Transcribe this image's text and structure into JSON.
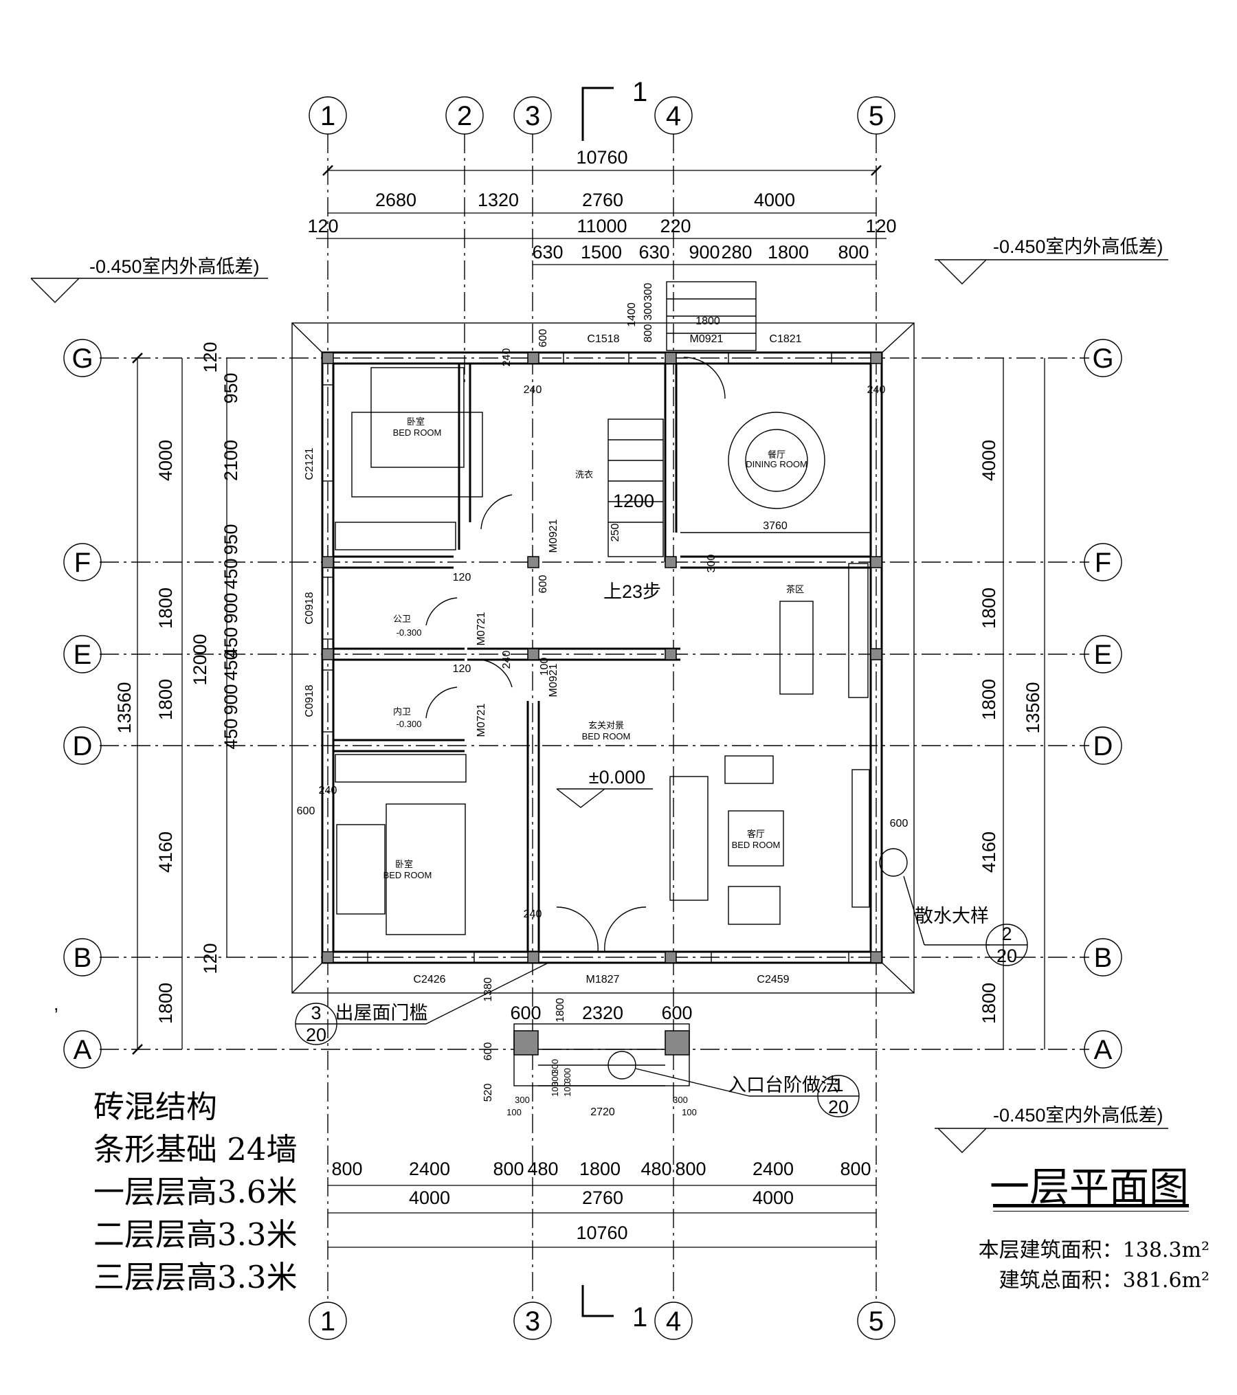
{
  "drawing": {
    "title": "一层平面图",
    "floor_area_label": "本层建筑面积：",
    "floor_area_value": "138.3m²",
    "total_area_label": "建筑总面积：",
    "total_area_value": "381.6m²"
  },
  "notes": [
    "砖混结构",
    "条形基础 24墙",
    "一层层高3.6米",
    "二层层高3.3米",
    "三层层高3.3米"
  ],
  "axes": {
    "vertical": [
      "1",
      "2",
      "3",
      "4",
      "5"
    ],
    "horizontal": [
      "G",
      "F",
      "E",
      "D",
      "B",
      "A"
    ]
  },
  "section_mark": "1",
  "dimensions": {
    "top_overall": "10760",
    "top_row2": [
      "2680",
      "1320",
      "2760",
      "4000"
    ],
    "top_row3": [
      "120",
      "11000",
      "220",
      "120"
    ],
    "top_row4": [
      "630",
      "1500",
      "630",
      "900",
      "280",
      "1800",
      "800"
    ],
    "bottom_row1": [
      "800",
      "2400",
      "800",
      "480",
      "1800",
      "480",
      "800",
      "2400",
      "800"
    ],
    "bottom_row2": [
      "4000",
      "2760",
      "4000"
    ],
    "bottom_overall": "10760",
    "left_outer": "13560",
    "left_mid": "12000",
    "left_segments": [
      "4000",
      "1800",
      "1800",
      "4160",
      "1800"
    ],
    "left_inner": [
      "120",
      "950",
      "2100",
      "950",
      "450",
      "900",
      "450",
      "450",
      "900",
      "450",
      "120"
    ],
    "right_outer": "13560",
    "right_segments": [
      "4000",
      "1800",
      "1800",
      "4160",
      "1800"
    ],
    "stair_top": [
      "300",
      "300",
      "1400",
      "800"
    ],
    "entry": [
      "600",
      "2320",
      "600",
      "1380",
      "1800",
      "600",
      "520",
      "300",
      "300",
      "100",
      "100",
      "2720",
      "300",
      "100",
      "100",
      "300",
      "300"
    ],
    "misc": [
      "1800",
      "1200",
      "250",
      "600",
      "120",
      "600",
      "120",
      "100",
      "240",
      "240",
      "240",
      "240",
      "240",
      "3760",
      "300",
      "600",
      "600",
      "240"
    ]
  },
  "openings": {
    "c1518": "C1518",
    "m0921_top": "M0921",
    "c1821": "C1821",
    "c2121": "C2121",
    "m0921_stair": "M0921",
    "c0918_a": "C0918",
    "c0918_b": "C0918",
    "m0721_a": "M0721",
    "m0721_b": "M0721",
    "m0921_hall": "M0921",
    "c2426": "C2426",
    "m1827": "M1827",
    "c2459": "C2459"
  },
  "rooms": {
    "bed1_cn": "卧室",
    "bed1_en": "BED  ROOM",
    "laundry": "洗衣",
    "dining_cn": "餐厅",
    "dining_en": "DINING ROOM",
    "tea": "茶区",
    "toilet1": "公卫",
    "toilet1_lvl": "-0.300",
    "toilet2": "内卫",
    "toilet2_lvl": "-0.300",
    "stair_note": "上23步",
    "foyer_cn": "玄关对景",
    "foyer_en": "BED  ROOM",
    "level": "±0.000",
    "living_cn": "客厅",
    "living_en": "BED  ROOM",
    "bed2_cn": "卧室",
    "bed2_en": "BED  ROOM"
  },
  "levels": {
    "left": "-0.450室内外高低差)",
    "right_top": "-0.450室内外高低差)",
    "right_bottom": "-0.450室内外高低差)"
  },
  "callouts": {
    "apron": "散水大样",
    "apron_no": "2",
    "apron_sheet": "20",
    "threshold": "出屋面门槛",
    "threshold_no": "3",
    "threshold_sheet": "20",
    "steps": "入口台阶做法",
    "steps_no": "1",
    "steps_sheet": "20"
  },
  "stray_mark": ","
}
